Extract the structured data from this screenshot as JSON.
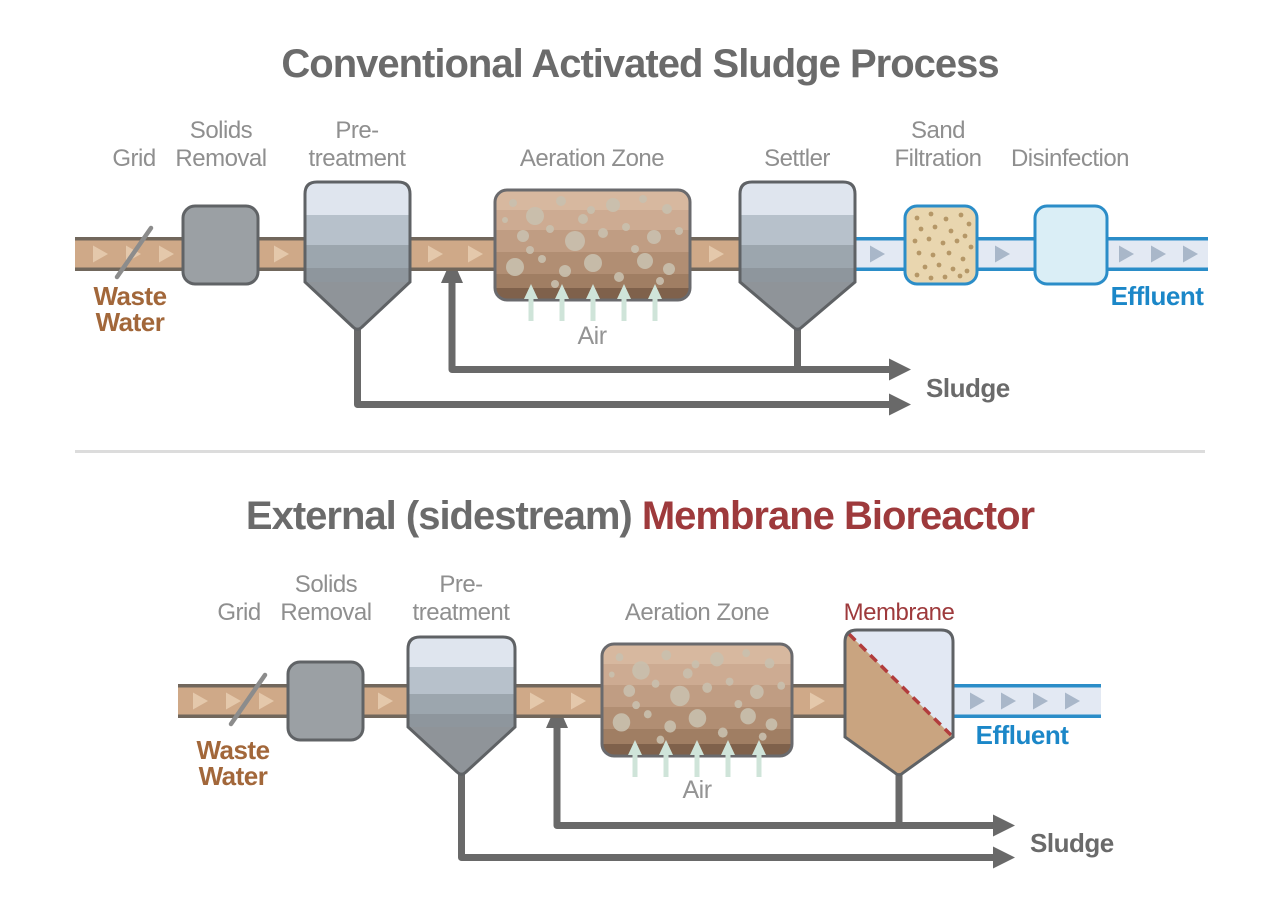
{
  "top_diagram": {
    "title": "Conventional Activated Sludge Process",
    "labels": {
      "grid": "Grid",
      "solids_removal": "Solids\nRemoval",
      "pretreatment": "Pre-\ntreatment",
      "aeration_zone": "Aeration Zone",
      "settler": "Settler",
      "sand_filtration": "Sand\nFiltration",
      "disinfection": "Disinfection"
    },
    "flow_labels": {
      "waste_water": "Waste\nWater",
      "effluent": "Effluent",
      "air": "Air",
      "sludge": "Sludge"
    }
  },
  "bottom_diagram": {
    "title_prefix": "External (sidestream) ",
    "title_highlight": "Membrane Bioreactor",
    "labels": {
      "grid": "Grid",
      "solids_removal": "Solids\nRemoval",
      "pretreatment": "Pre-\ntreatment",
      "aeration_zone": "Aeration Zone",
      "membrane": "Membrane"
    },
    "flow_labels": {
      "waste_water": "Waste\nWater",
      "effluent": "Effluent",
      "air": "Air",
      "sludge": "Sludge"
    }
  },
  "colors": {
    "title_gray": "#6b6b6b",
    "stage_label_gray": "#8f8f8f",
    "membrane_red": "#9e3a3c",
    "membrane_dash_red": "#b23c3c",
    "waste_water_brown": "#a2673a",
    "effluent_blue": "#1b87c8",
    "sludge_line_gray": "#696969",
    "raw_pipe_tan": "#cfa988",
    "raw_pipe_border": "#71675c",
    "raw_pipe_arrow": "#e4c8ab",
    "clean_pipe_fill": "#e3e9f3",
    "clean_pipe_border": "#2b8dc8",
    "clean_pipe_arrow": "#a9b7c9",
    "air_arrow_mint": "#cfe4d9",
    "tank_bands": [
      "#dfe5ee",
      "#b7c1cb",
      "#9ca6ae",
      "#8e969d",
      "#8f9499"
    ],
    "aeration_bands": [
      "#d7b89f",
      "#cdab92",
      "#c09d83",
      "#b18e73",
      "#a07e63",
      "#7f614b"
    ],
    "solids_box_gray": "#9ba0a4",
    "sand_fill": "#e9d6af",
    "disinfection_fill": "#daeef6"
  }
}
